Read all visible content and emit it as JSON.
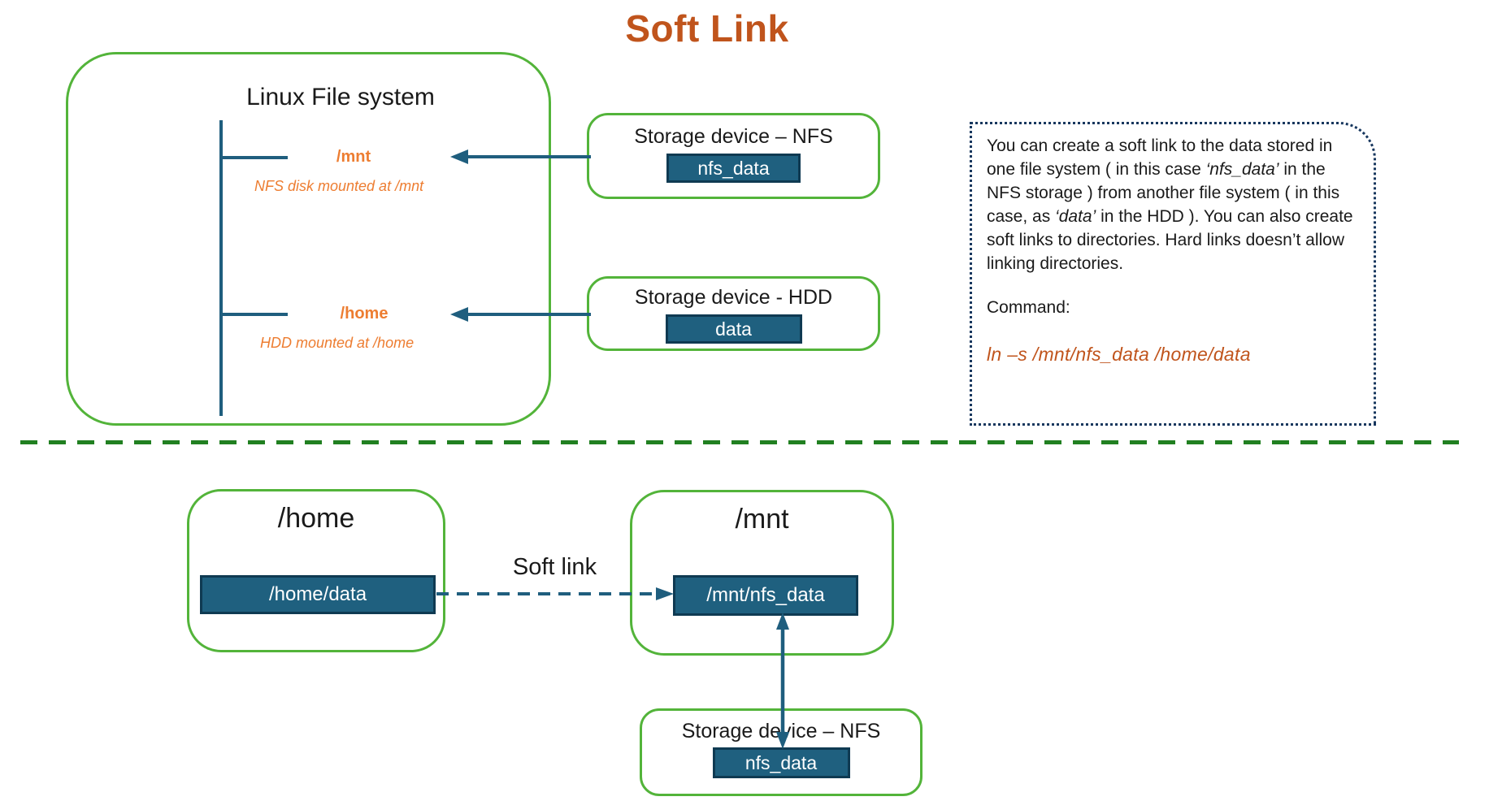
{
  "title": "Soft Link",
  "colors": {
    "green": "#53B43A",
    "divider-green": "#218021",
    "teal": "#1F5E7E",
    "teal-fill": "#1F607F",
    "teal-dark": "#0F3A52",
    "orange-title": "#C0541C",
    "orange": "#ED7D31",
    "navy": "#17375E",
    "ink": "#1a1a1a"
  },
  "top": {
    "filesystem": {
      "title": "Linux File system",
      "mounts": [
        {
          "path": "/mnt",
          "note": "NFS disk mounted at /mnt"
        },
        {
          "path": "/home",
          "note": "HDD mounted at /home"
        }
      ]
    },
    "nfs_device": {
      "title": "Storage device – NFS",
      "item": "nfs_data"
    },
    "hdd_device": {
      "title": "Storage device - HDD",
      "item": "data"
    },
    "note_panel": {
      "body": [
        {
          "text": "You can create a soft link to the data stored in one file system ( in this case "
        },
        {
          "text": "‘nfs_data’",
          "style": "italic"
        },
        {
          "text": " in the NFS storage ) from another file system ( in this case, as "
        },
        {
          "text": "‘data’",
          "style": "italic"
        },
        {
          "text": " in the HDD ). You can also create soft links to directories. Hard links doesn’t allow linking directories."
        }
      ],
      "command_label": "Command:",
      "command": "ln –s /mnt/nfs_data /home/data"
    }
  },
  "bottom": {
    "link_label": "Soft link",
    "home_box": {
      "title": "/home",
      "item": "/home/data"
    },
    "mnt_box": {
      "title": "/mnt",
      "item": "/mnt/nfs_data"
    },
    "nfs_box": {
      "title": "Storage device – NFS",
      "item": "nfs_data"
    }
  }
}
